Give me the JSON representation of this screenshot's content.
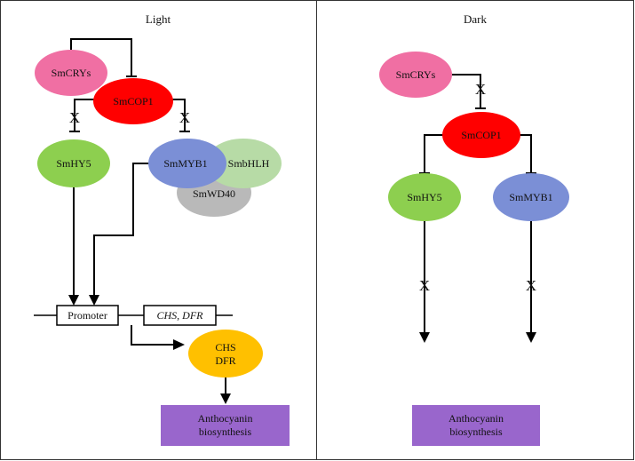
{
  "panels": {
    "light": {
      "title": "Light",
      "nodes": {
        "crys": "SmCRYs",
        "cop1": "SmCOP1",
        "hy5": "SmHY5",
        "myb1": "SmMYB1",
        "bhlh": "SmbHLH",
        "wd40": "SmWD40",
        "enzymes_line1": "CHS",
        "enzymes_line2": "DFR"
      },
      "blocked_marks": [
        "X",
        "X"
      ],
      "promoter": "Promoter",
      "genes": "CHS, DFR",
      "output_line1": "Anthocyanin",
      "output_line2": "biosynthesis"
    },
    "dark": {
      "title": "Dark",
      "nodes": {
        "crys": "SmCRYs",
        "cop1": "SmCOP1",
        "hy5": "SmHY5",
        "myb1": "SmMYB1"
      },
      "blocked_marks": [
        "X",
        "X",
        "X"
      ],
      "output_line1": "Anthocyanin",
      "output_line2": "biosynthesis"
    }
  },
  "colors": {
    "crys": "#f06fa3",
    "cop1": "#ff0000",
    "hy5": "#8dcf4f",
    "myb1": "#7b8fd6",
    "bhlh": "#b7dba6",
    "wd40": "#b9b9b9",
    "enzymes": "#ffc000",
    "output": "#9966cc"
  }
}
